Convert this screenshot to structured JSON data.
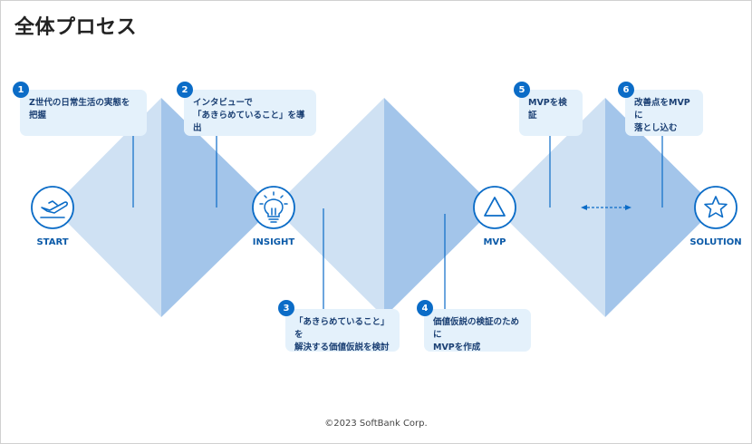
{
  "title": "全体プロセス",
  "nodes": [
    {
      "label": "START",
      "icon": "airplane-takeoff-icon"
    },
    {
      "label": "INSIGHT",
      "icon": "lightbulb-icon"
    },
    {
      "label": "MVP",
      "icon": "triangle-icon"
    },
    {
      "label": "SOLUTION",
      "icon": "star-icon"
    }
  ],
  "steps": [
    {
      "num": "1",
      "text": "Z世代の日常生活の実態を把握"
    },
    {
      "num": "2",
      "text": "インタビューで\n「あきらめていること」を導出"
    },
    {
      "num": "3",
      "text": "「あきらめていること」を\n解決する価値仮説を検討"
    },
    {
      "num": "4",
      "text": "価値仮説の検証のために\nMVPを作成"
    },
    {
      "num": "5",
      "text": "MVPを検証"
    },
    {
      "num": "6",
      "text": "改善点をMVPに\n落とし込む"
    }
  ],
  "colors": {
    "light": "#cfe1f3",
    "dark": "#a3c5ea",
    "accent": "#0b6cc7"
  },
  "copyright": "©2023 SoftBank Corp."
}
